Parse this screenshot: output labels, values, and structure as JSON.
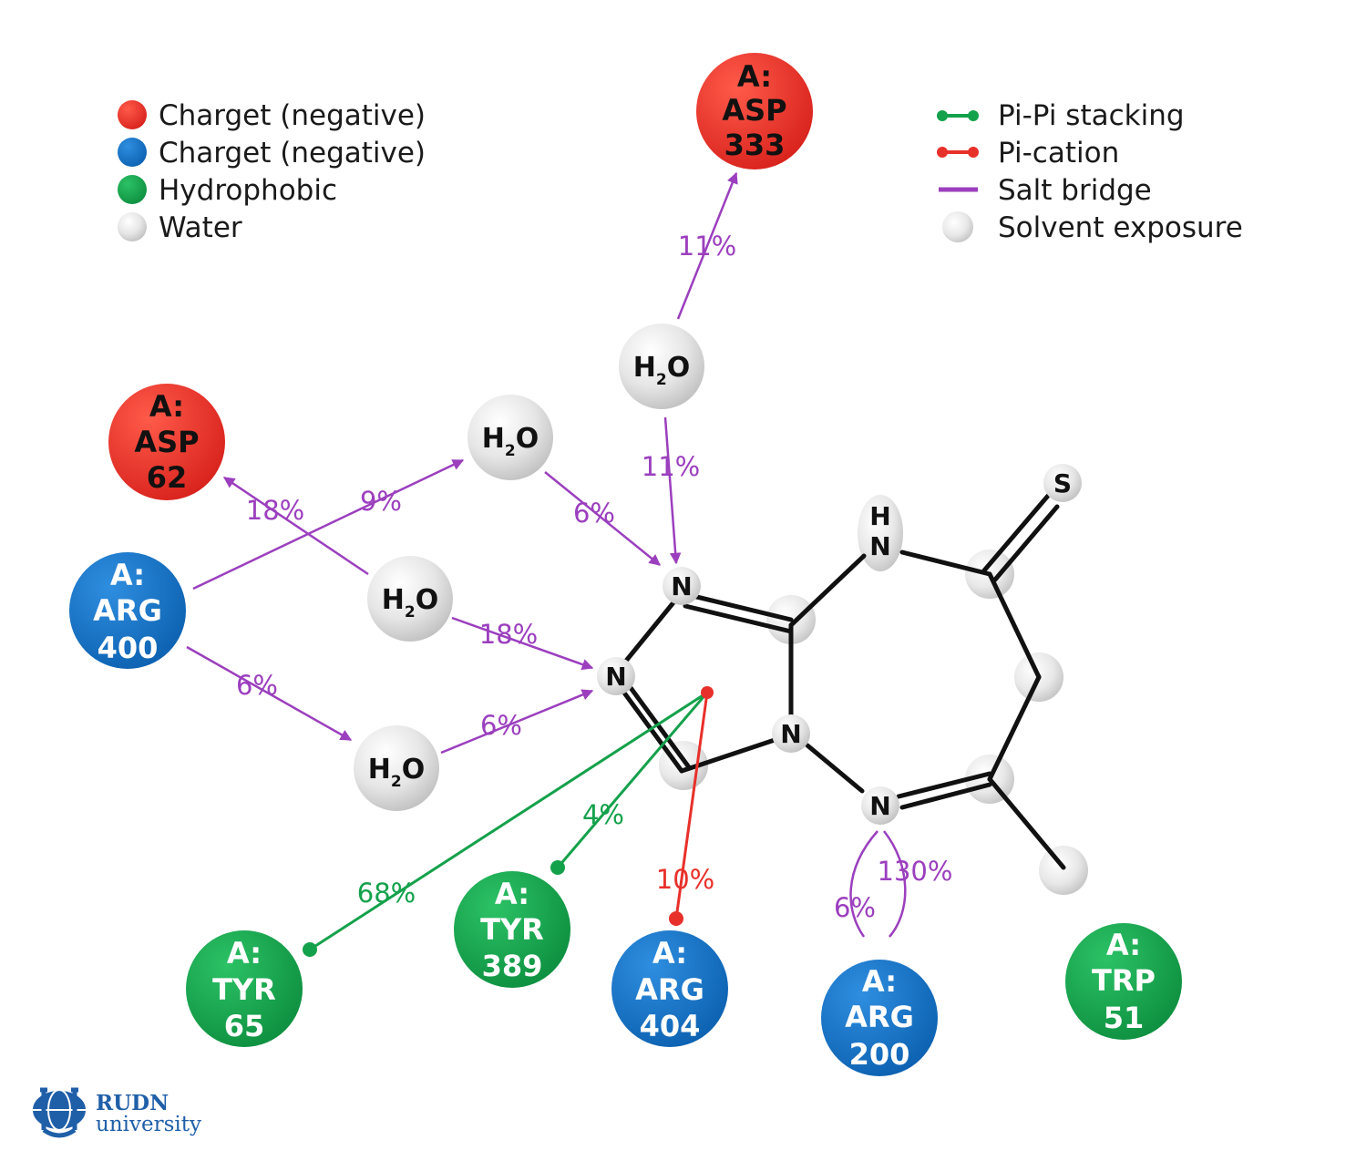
{
  "colors": {
    "negative": "#e8302a",
    "positive": "#1272c4",
    "hydrophobic": "#14a14b",
    "water": "#d9d9d9",
    "salt_bridge": "#9b3fbe",
    "pi_pi": "#14a14b",
    "pi_cation": "#e8302a",
    "bond": "#111111",
    "logo": "#1f5fa8"
  },
  "legend_left": [
    {
      "label": "Charget (negative)",
      "kind": "negative"
    },
    {
      "label": "Charget (negative)",
      "kind": "positive"
    },
    {
      "label": "Hydrophobic",
      "kind": "hydrophobic"
    },
    {
      "label": "Water",
      "kind": "water"
    }
  ],
  "legend_right": [
    {
      "label": "Pi-Pi stacking",
      "kind": "pi-pi-line"
    },
    {
      "label": "Pi-cation",
      "kind": "pi-cation-line"
    },
    {
      "label": "Salt bridge",
      "kind": "salt-bridge-line"
    },
    {
      "label": "Solvent exposure",
      "kind": "solvent-sphere"
    }
  ],
  "residues": [
    {
      "id": "asp333",
      "kind": "negative",
      "lines": [
        "A:",
        "ASP",
        "333"
      ]
    },
    {
      "id": "asp62",
      "kind": "negative",
      "lines": [
        "A:",
        "ASP",
        "62"
      ]
    },
    {
      "id": "arg400",
      "kind": "positive",
      "lines": [
        "A:",
        "ARG",
        "400"
      ]
    },
    {
      "id": "tyr65",
      "kind": "hydrophobic",
      "lines": [
        "A:",
        "TYR",
        "65"
      ]
    },
    {
      "id": "tyr389",
      "kind": "hydrophobic",
      "lines": [
        "A:",
        "TYR",
        "389"
      ]
    },
    {
      "id": "arg404",
      "kind": "positive",
      "lines": [
        "A:",
        "ARG",
        "404"
      ]
    },
    {
      "id": "arg200",
      "kind": "positive",
      "lines": [
        "A:",
        "ARG",
        "200"
      ]
    },
    {
      "id": "trp51",
      "kind": "hydrophobic",
      "lines": [
        "A:",
        "TRP",
        "51"
      ]
    }
  ],
  "waters": {
    "label": "H",
    "subscript": "2",
    "suffix": "O"
  },
  "atoms": {
    "n": "N",
    "nh_h": "H",
    "nh_n": "N",
    "s": "S"
  },
  "interactions": [
    {
      "id": "w-top-asp333",
      "value": "11%"
    },
    {
      "id": "w-top-n1",
      "value": "11%"
    },
    {
      "id": "arg400-w2",
      "value": "9%"
    },
    {
      "id": "w2-n1",
      "value": "6%"
    },
    {
      "id": "w3-asp62",
      "value": "18%"
    },
    {
      "id": "w3-n2",
      "value": "18%"
    },
    {
      "id": "arg400-w4",
      "value": "6%"
    },
    {
      "id": "w4-n2",
      "value": "6%"
    },
    {
      "id": "tyr65-pi",
      "value": "68%"
    },
    {
      "id": "tyr389-pi",
      "value": "4%"
    },
    {
      "id": "arg404-cation",
      "value": "10%"
    },
    {
      "id": "arg200-salt-a",
      "value": "130%"
    },
    {
      "id": "arg200-salt-b",
      "value": "6%"
    }
  ],
  "logo": {
    "line1": "RUDN",
    "line2": "university"
  }
}
